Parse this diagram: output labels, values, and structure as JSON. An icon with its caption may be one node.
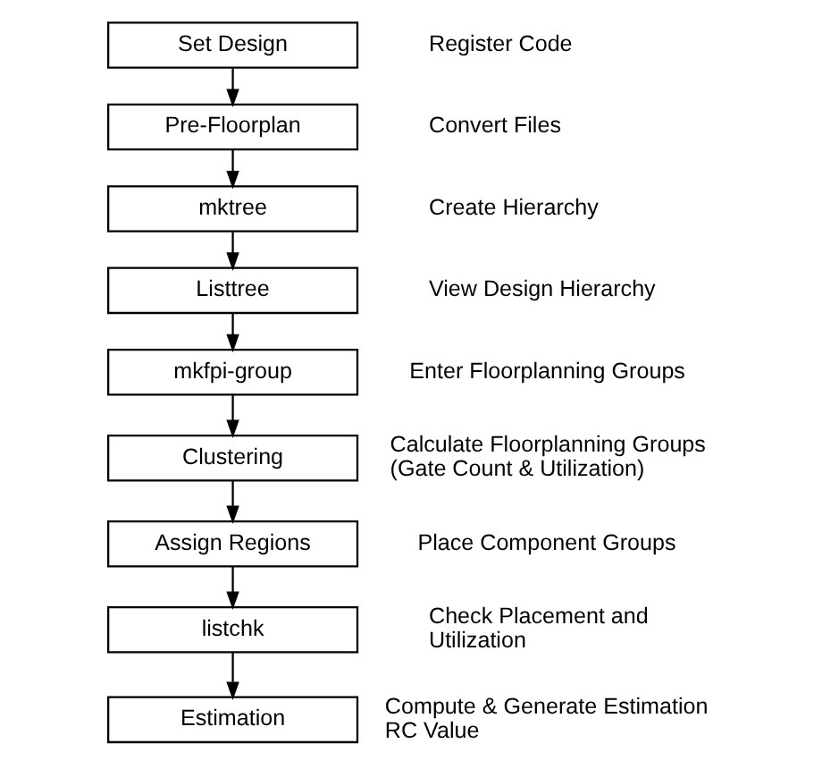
{
  "diagram": {
    "nodes": [
      {
        "text": [
          "Set Design"
        ],
        "beside": [
          "Register Code"
        ]
      },
      {
        "text": [
          "Pre-Floorplan"
        ],
        "beside": [
          "Convert Files"
        ]
      },
      {
        "text": [
          "mktree"
        ],
        "beside": [
          "Create Hierarchy"
        ]
      },
      {
        "text": [
          "Listtree"
        ],
        "beside": [
          "View Design Hierarchy"
        ]
      },
      {
        "text": [
          "mkfpi-group"
        ],
        "beside": [
          "Enter Floorplanning Groups"
        ]
      },
      {
        "text": [
          "Clustering"
        ],
        "beside": [
          "Calculate Floorplanning Groups (Gate Count & Utilization)"
        ]
      },
      {
        "text": [
          "Assign Regions"
        ],
        "beside": [
          "Place Component Groups"
        ]
      },
      {
        "text": [
          "listchk"
        ],
        "beside": [
          "Check Placement and Utilization"
        ]
      },
      {
        "text": [
          "Estimation"
        ],
        "beside": [
          "Compute & Generate Estimation RC Value"
        ]
      }
    ],
    "edges": [
      {
        "from": 0,
        "to": 1,
        "arrow": "to"
      },
      {
        "from": 1,
        "to": 2,
        "arrow": "to"
      },
      {
        "from": 2,
        "to": 3,
        "arrow": "to"
      },
      {
        "from": 3,
        "to": 4,
        "arrow": "to"
      },
      {
        "from": 4,
        "to": 5,
        "arrow": "to"
      },
      {
        "from": 5,
        "to": 6,
        "arrow": "to"
      },
      {
        "from": 6,
        "to": 7,
        "arrow": "to"
      },
      {
        "from": 7,
        "to": 8,
        "arrow": "to"
      }
    ]
  }
}
